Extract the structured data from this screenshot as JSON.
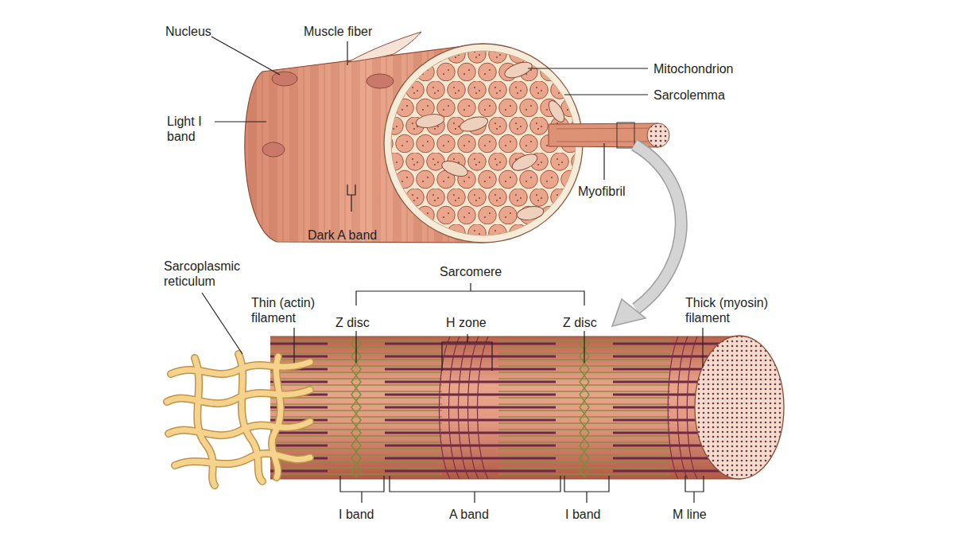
{
  "diagram": {
    "labels": [
      "Nucleus",
      "Muscle fiber",
      "Mitochondrion",
      "Sarcolemma",
      "Light I band",
      "Myofibril",
      "Dark A band",
      "Sarcoplasmic reticulum",
      "Sarcomere",
      "Thin (actin) filament",
      "Z disc",
      "H zone",
      "Z disc",
      "Thick (myosin) filament",
      "I band",
      "A band",
      "I band",
      "M line"
    ]
  }
}
